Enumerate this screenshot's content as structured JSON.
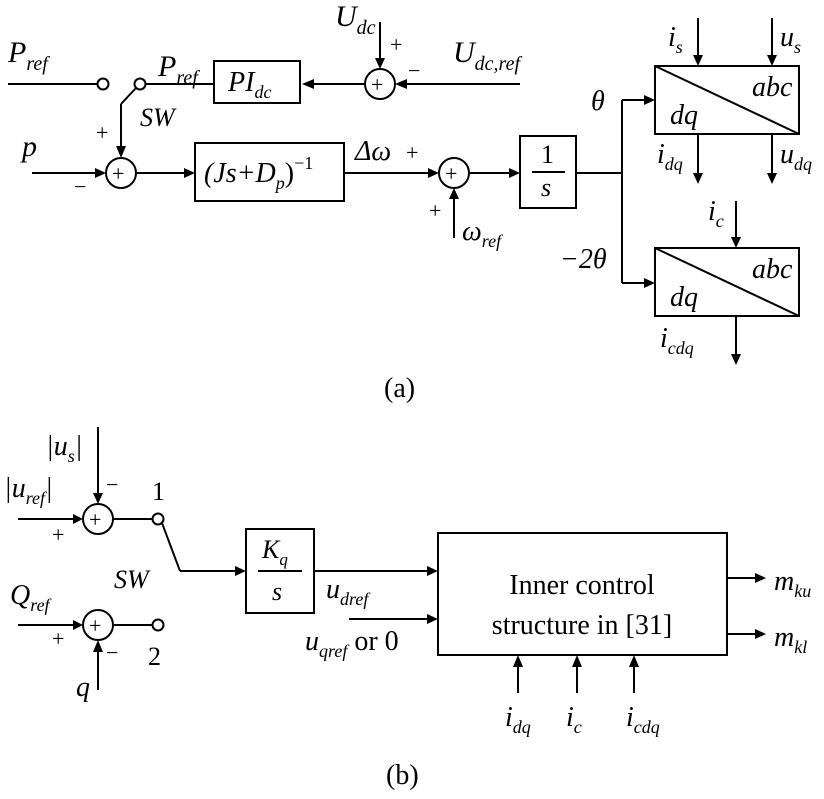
{
  "panel_a": {
    "caption": "(a)",
    "p_ref_input": "P",
    "p_ref_input_sub": "ref",
    "p_ref_switch": "P",
    "p_ref_switch_sub": "ref",
    "pi_dc": "PI",
    "pi_dc_sub": "dc",
    "u_dc": "U",
    "u_dc_sub": "dc",
    "u_dc_ref": "U",
    "u_dc_ref_sub": "dc,ref",
    "sw": "SW",
    "p": "p",
    "plant_open": "(Js+D",
    "plant_sub": "p",
    "plant_close": ")",
    "plant_exp": "−1",
    "delta_omega": "Δω",
    "omega_ref": "ω",
    "omega_ref_sub": "ref",
    "int_num": "1",
    "int_den": "s",
    "theta": "θ",
    "neg_2theta": "−2θ",
    "i_s": "i",
    "i_s_sub": "s",
    "u_s": "u",
    "u_s_sub": "s",
    "dq": "dq",
    "abc": "abc",
    "i_dq": "i",
    "i_dq_sub": "dq",
    "u_dq": "u",
    "u_dq_sub": "dq",
    "i_c": "i",
    "i_c_sub": "c",
    "dq2": "dq",
    "abc2": "abc",
    "i_cdq": "i",
    "i_cdq_sub": "cdq"
  },
  "panel_b": {
    "caption": "(b)",
    "abs_us": "|u",
    "abs_us_sub": "s",
    "abs_us_close": "|",
    "abs_uref": "|u",
    "abs_uref_sub": "ref",
    "abs_uref_close": "|",
    "q_ref": "Q",
    "q_ref_sub": "ref",
    "q": "q",
    "pos1": "1",
    "pos2": "2",
    "sw": "SW",
    "kq_num": "K",
    "kq_num_sub": "q",
    "kq_den": "s",
    "u_dref": "u",
    "u_dref_sub": "dref",
    "u_qref": "u",
    "u_qref_sub": "qref",
    "u_qref_tail": " or 0",
    "inner_line1": "Inner control",
    "inner_line2": "structure in [31]",
    "m_ku": "m",
    "m_ku_sub": "ku",
    "m_kl": "m",
    "m_kl_sub": "kl",
    "i_dq": "i",
    "i_dq_sub": "dq",
    "i_c": "i",
    "i_c_sub": "c",
    "i_cdq": "i",
    "i_cdq_sub": "cdq"
  },
  "signs": {
    "plus": "+",
    "minus": "−"
  }
}
